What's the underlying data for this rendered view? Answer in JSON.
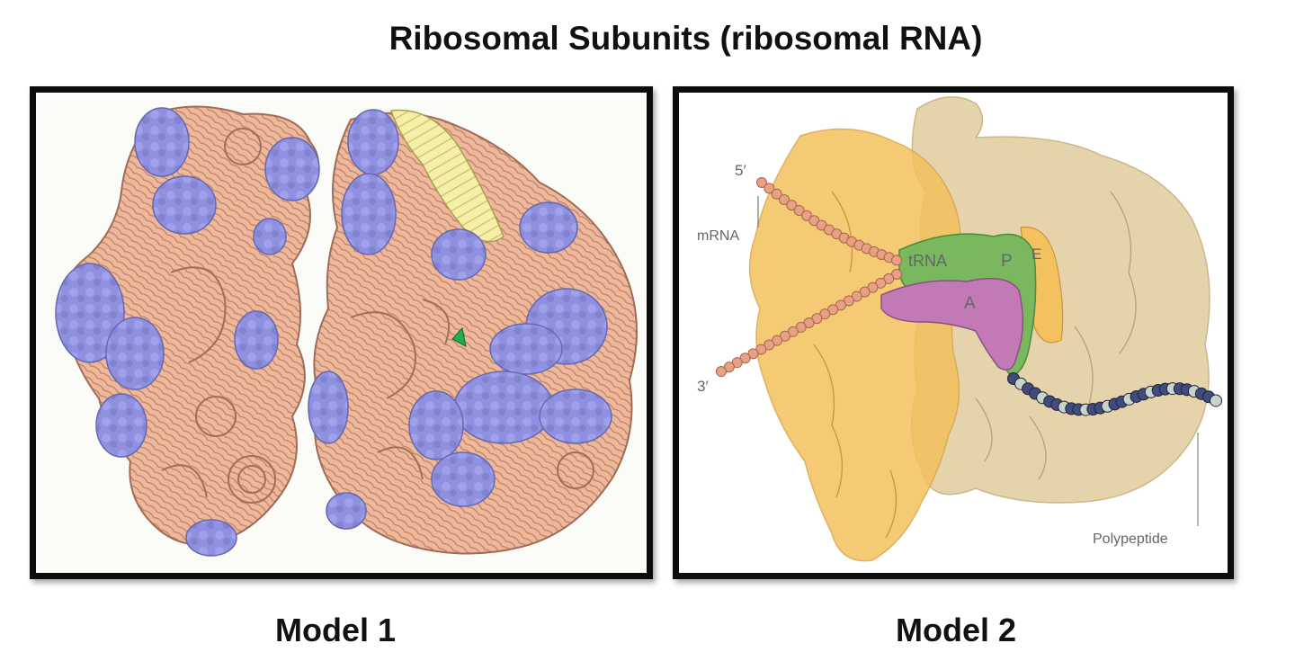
{
  "title": "Ribosomal Subunits (ribosomal RNA)",
  "models": [
    {
      "caption": "Model 1"
    },
    {
      "caption": "Model 2",
      "labels": {
        "five_prime": "5′",
        "three_prime": "3′",
        "mrna": "mRNA",
        "trna": "tRNA",
        "p_site": "P",
        "e_site": "E",
        "a_site": "A",
        "polypeptide": "Polypeptide"
      }
    }
  ],
  "colors": {
    "rrna": "#efb89a",
    "protein": "#8f90df",
    "helix": "#f6efa8",
    "small_subunit": "#f3c15e",
    "large_subunit": "#e3cfa4",
    "trna": "#79b85e",
    "a_site_trna": "#c27ab7",
    "chain_dark": "#3f4c7d",
    "chain_light": "#c9d3cd"
  }
}
